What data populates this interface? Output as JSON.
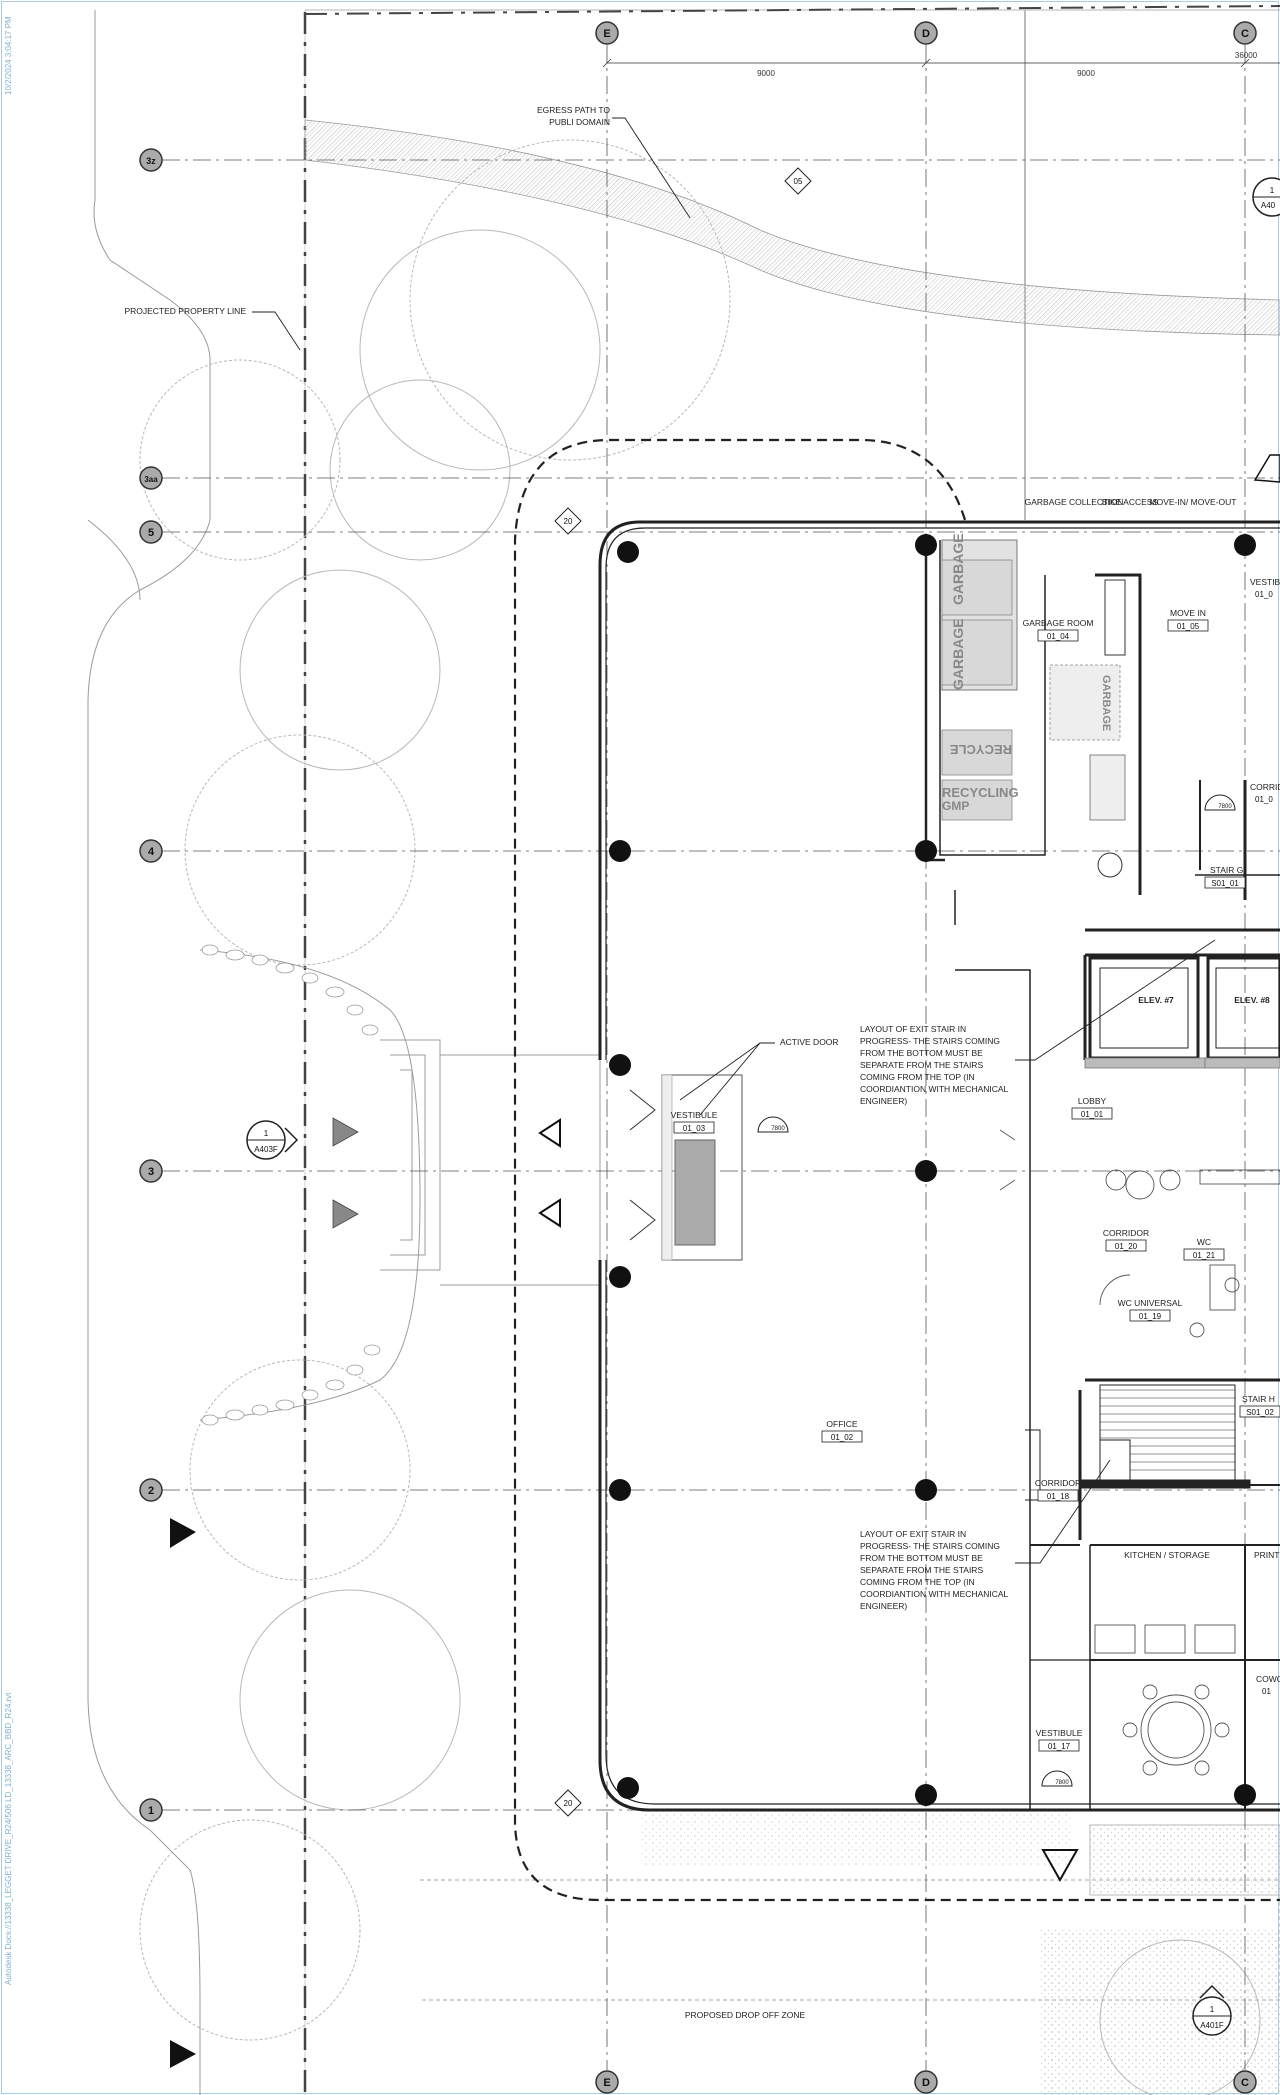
{
  "stamps": {
    "print_date": "10/2/2024 3:04:17 PM",
    "file_path": "Autodesk Docs://13338_LEGGET DRIVE_R24/506 LD_13338_ARC_BBD_R24.rvt"
  },
  "grid": {
    "columns": [
      "E",
      "D",
      "C"
    ],
    "rows": [
      "3z",
      "3aa",
      "5",
      "4",
      "3",
      "2",
      "1"
    ],
    "dims": [
      "9000",
      "9000",
      "36000"
    ]
  },
  "notes": {
    "egress_path": "EGRESS PATH TO PUBLI DOMAIN",
    "projected_property_line": "PROJECTED PROPERTY LINE",
    "active_door": "ACTIVE DOOR",
    "exit_stair_note": "LAYOUT OF EXIT STAIR IN PROGRESS- THE STAIRS COMING FROM THE BOTTOM MUST BE SEPARATE FROM THE STAIRS COMING FROM THE TOP (IN COORDIANTION WITH MECHANICAL ENGINEER)",
    "drop_off": "PROPOSED DROP OFF ZONE"
  },
  "rooms": {
    "garbage_collection": "GARBAGE COLLECTION",
    "bike_access": "BIKE ACCESS",
    "move_in_out": "MOVE-IN/ MOVE-OUT",
    "garbage_room": "GARBAGE ROOM",
    "garbage_room_num": "01_04",
    "move_in": "MOVE IN",
    "move_in_num": "01_05",
    "vestibule_top": "VESTIB",
    "vestibule_top_num": "01_0",
    "corridor_top": "CORRID",
    "corridor_top_num": "01_0",
    "stair_g": "STAIR G",
    "stair_g_num": "S01_01",
    "elev7": "ELEV. #7",
    "elev8": "ELEV. #8",
    "lobby": "LOBBY",
    "lobby_num": "01_01",
    "vestibule": "VESTIBULE",
    "vestibule_num": "01_03",
    "corridor": "CORRIDOR",
    "corridor_num": "01_20",
    "wc": "WC",
    "wc_num": "01_21",
    "wc_universal": "WC UNIVERSAL",
    "wc_universal_num": "01_19",
    "stair_h": "STAIR H",
    "stair_h_num": "S01_02",
    "office": "OFFICE",
    "office_num": "01_02",
    "corridor2": "CORRIDOR",
    "corridor2_num": "01_18",
    "kitchen": "KITCHEN / STORAGE",
    "print": "PRINT",
    "cowo": "COWO",
    "cowo_num": "01",
    "vestibule2": "VESTIBULE",
    "vestibule2_num": "01_17"
  },
  "fixtures": {
    "garbage1": "GARBAGE",
    "garbage2": "GARBAGE",
    "garbage3": "GARBAGE",
    "recycle": "RECYCLE",
    "recycling": "RECYCLING",
    "recycling2": "GMP"
  },
  "tags": {
    "diamond_05": "05",
    "diamond_20_top": "20",
    "diamond_20_bottom": "20",
    "door_tag": "7800",
    "section_a403f_num": "1",
    "section_a403f": "A403F",
    "section_a401f_num": "1",
    "section_a401f": "A401F",
    "section_a404_num": "1",
    "section_a404": "A40"
  }
}
